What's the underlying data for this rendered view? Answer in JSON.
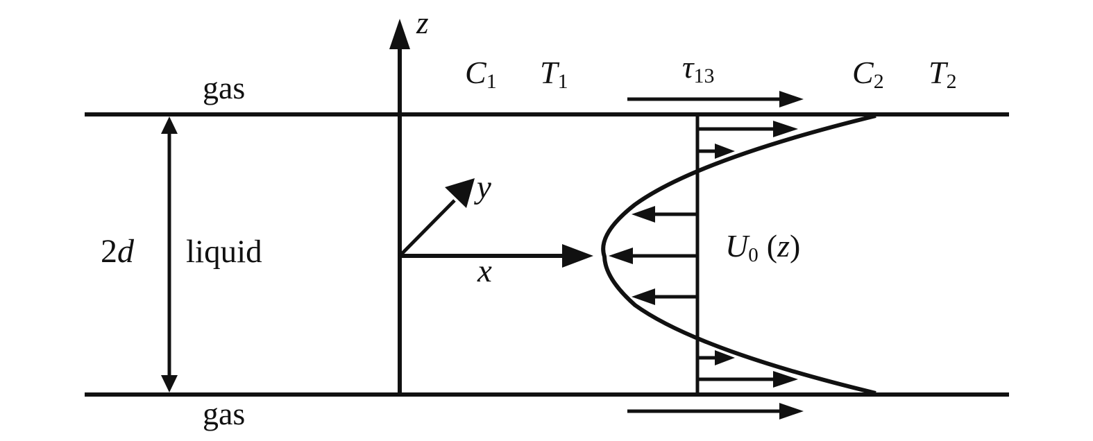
{
  "labels": {
    "gas_top": "gas",
    "gas_bottom": "gas",
    "liquid": "liquid",
    "thickness_coefficient": "2",
    "thickness_symbol": "d",
    "axis_z": "z",
    "axis_y": "y",
    "axis_x": "x",
    "concentration_left": "C",
    "concentration_left_subscript": "1",
    "temperature_left": "T",
    "temperature_left_subscript": "1",
    "shear_stress": "τ",
    "shear_stress_subscript": "13",
    "concentration_right": "C",
    "concentration_right_subscript": "2",
    "temperature_right": "T",
    "temperature_right_subscript": "2",
    "velocity_symbol": "U",
    "velocity_subscript": "0",
    "velocity_argument_open": "(",
    "velocity_argument": "z",
    "velocity_argument_close": ")"
  },
  "colors": {
    "ink": "#111111",
    "background": "#ffffff"
  }
}
